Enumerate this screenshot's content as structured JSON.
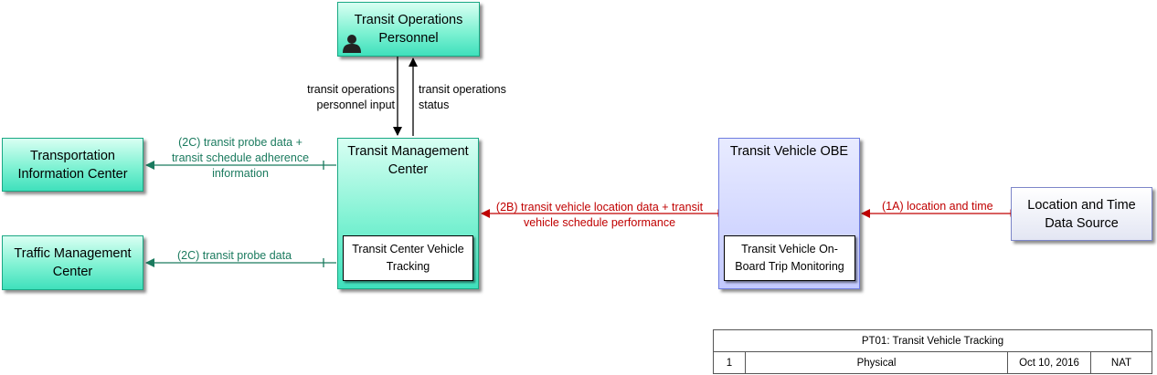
{
  "nodes": {
    "personnel": {
      "title": "Transit Operations Personnel",
      "icon": "person-icon"
    },
    "tic": {
      "title": "Transportation Information Center"
    },
    "tmc_traffic": {
      "title": "Traffic Management Center"
    },
    "transit_mc": {
      "title": "Transit Management Center",
      "sub": "Transit Center Vehicle Tracking"
    },
    "obe": {
      "title": "Transit Vehicle OBE",
      "sub": "Transit Vehicle On-Board Trip Monitoring"
    },
    "loc": {
      "title": "Location and Time Data Source"
    }
  },
  "flows": {
    "input": "transit operations personnel input",
    "status": "transit operations status",
    "probe_schedule": "(2C) transit probe data + transit schedule adherence information",
    "probe": "(2C) transit probe data",
    "vehicle": "(2B) transit vehicle location data + transit vehicle schedule performance",
    "location": "(1A) location and time"
  },
  "title_block": {
    "title": "PT01: Transit Vehicle Tracking",
    "number": "1",
    "view": "Physical",
    "date": "Oct 10, 2016",
    "scope": "NAT"
  },
  "colors": {
    "center_fill": "#7ff2d3",
    "vehicle_fill": "#c3c9ff",
    "teal_flow": "#1a7a5e",
    "red_flow": "#c00000"
  }
}
